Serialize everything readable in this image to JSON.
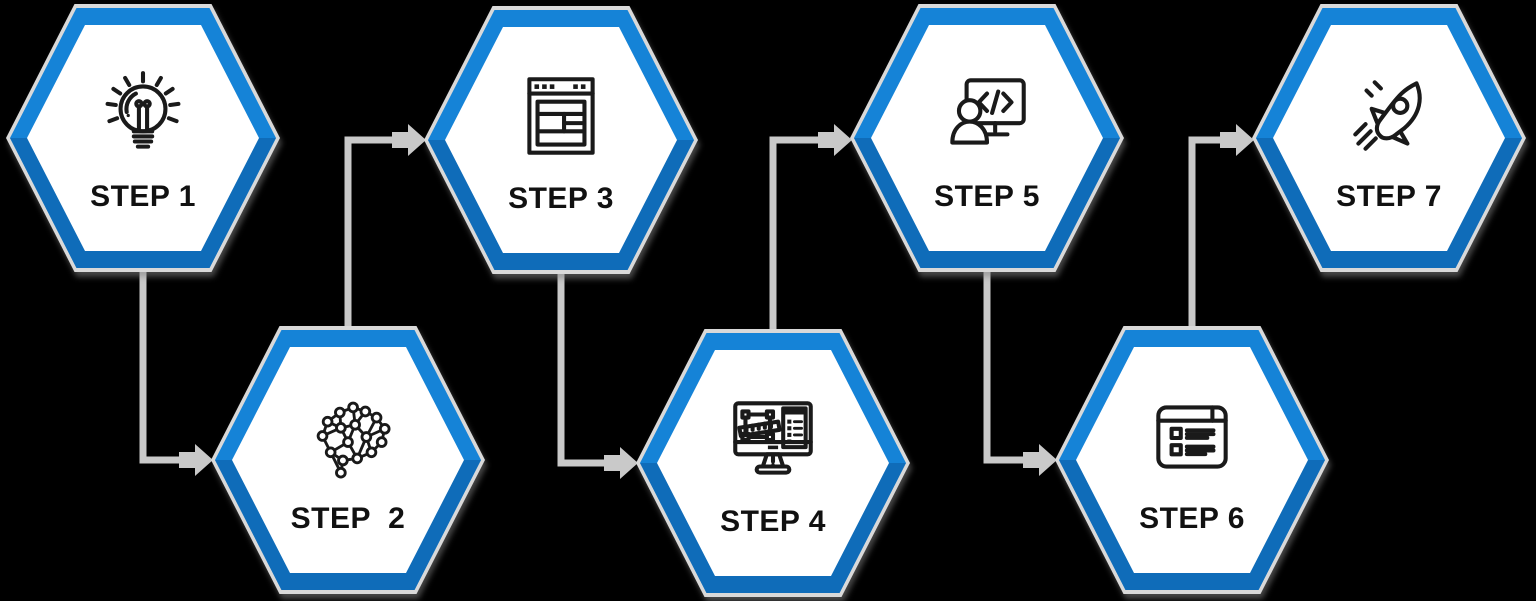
{
  "diagram": {
    "type": "process-flow",
    "shape": "hexagon",
    "step_count": 7
  },
  "colors": {
    "accent": "#1583d7",
    "accent_dark": "#0e69b4",
    "connector": "#c9c9c9",
    "outline": "#d9d9d9",
    "hexfill": "#ffffff",
    "labelcolor": "#111111",
    "iconstroke": "#1a1a1a",
    "bg": "#000000"
  },
  "steps": [
    {
      "id": 1,
      "label": "STEP 1",
      "icon": "lightbulb-idea-icon",
      "row": "top"
    },
    {
      "id": 2,
      "label": "STEP  2",
      "icon": "neural-network-brain-icon",
      "row": "bottom"
    },
    {
      "id": 3,
      "label": "STEP 3",
      "icon": "wireframe-window-icon",
      "row": "top"
    },
    {
      "id": 4,
      "label": "STEP 4",
      "icon": "design-monitor-icon",
      "row": "bottom"
    },
    {
      "id": 5,
      "label": "STEP 5",
      "icon": "developer-coding-icon",
      "row": "top"
    },
    {
      "id": 6,
      "label": "STEP 6",
      "icon": "browser-checklist-icon",
      "row": "bottom"
    },
    {
      "id": 7,
      "label": "STEP 7",
      "icon": "rocket-launch-icon",
      "row": "top"
    }
  ],
  "connectors": [
    {
      "from": 1,
      "to": 2
    },
    {
      "from": 2,
      "to": 3
    },
    {
      "from": 3,
      "to": 4
    },
    {
      "from": 4,
      "to": 5
    },
    {
      "from": 5,
      "to": 6
    },
    {
      "from": 6,
      "to": 7
    }
  ]
}
